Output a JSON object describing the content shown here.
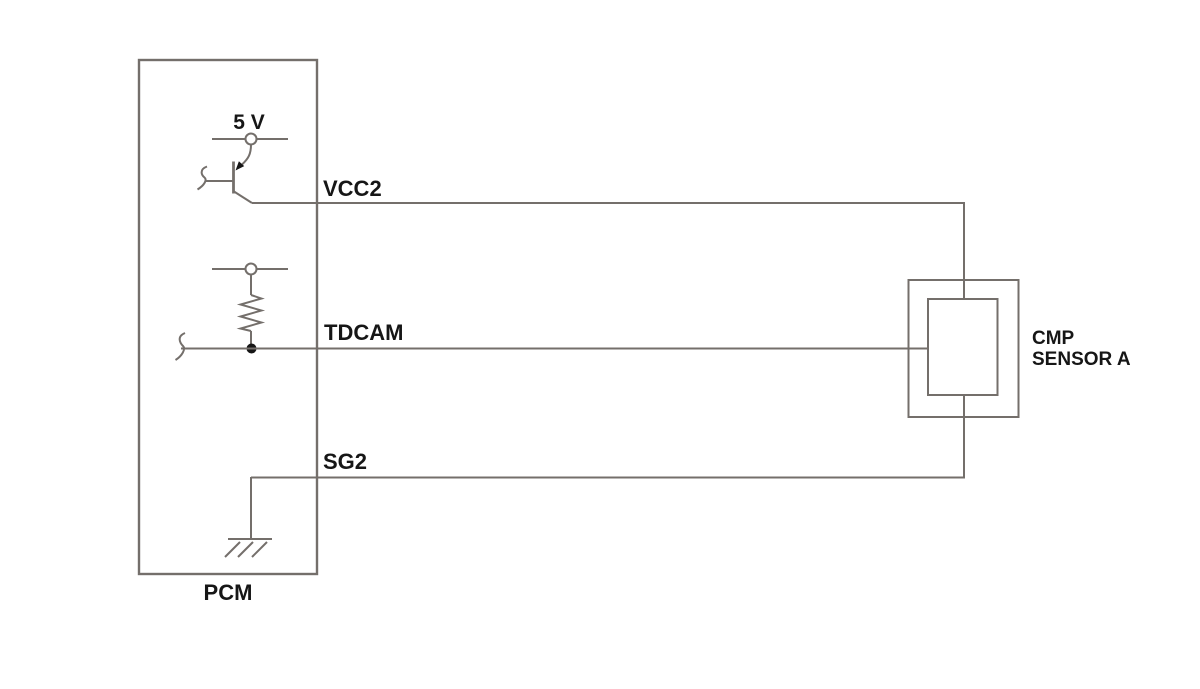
{
  "colors": {
    "wire": "#746f6b",
    "ink": "#161616",
    "background": "#ffffff"
  },
  "pcm": {
    "label": "PCM",
    "supply_label": "5 V"
  },
  "wires": {
    "vcc2": {
      "label": "VCC2"
    },
    "tdcam": {
      "label": "TDCAM"
    },
    "sg2": {
      "label": "SG2"
    }
  },
  "sensor": {
    "label_line1": "CMP",
    "label_line2": "SENSOR A"
  }
}
